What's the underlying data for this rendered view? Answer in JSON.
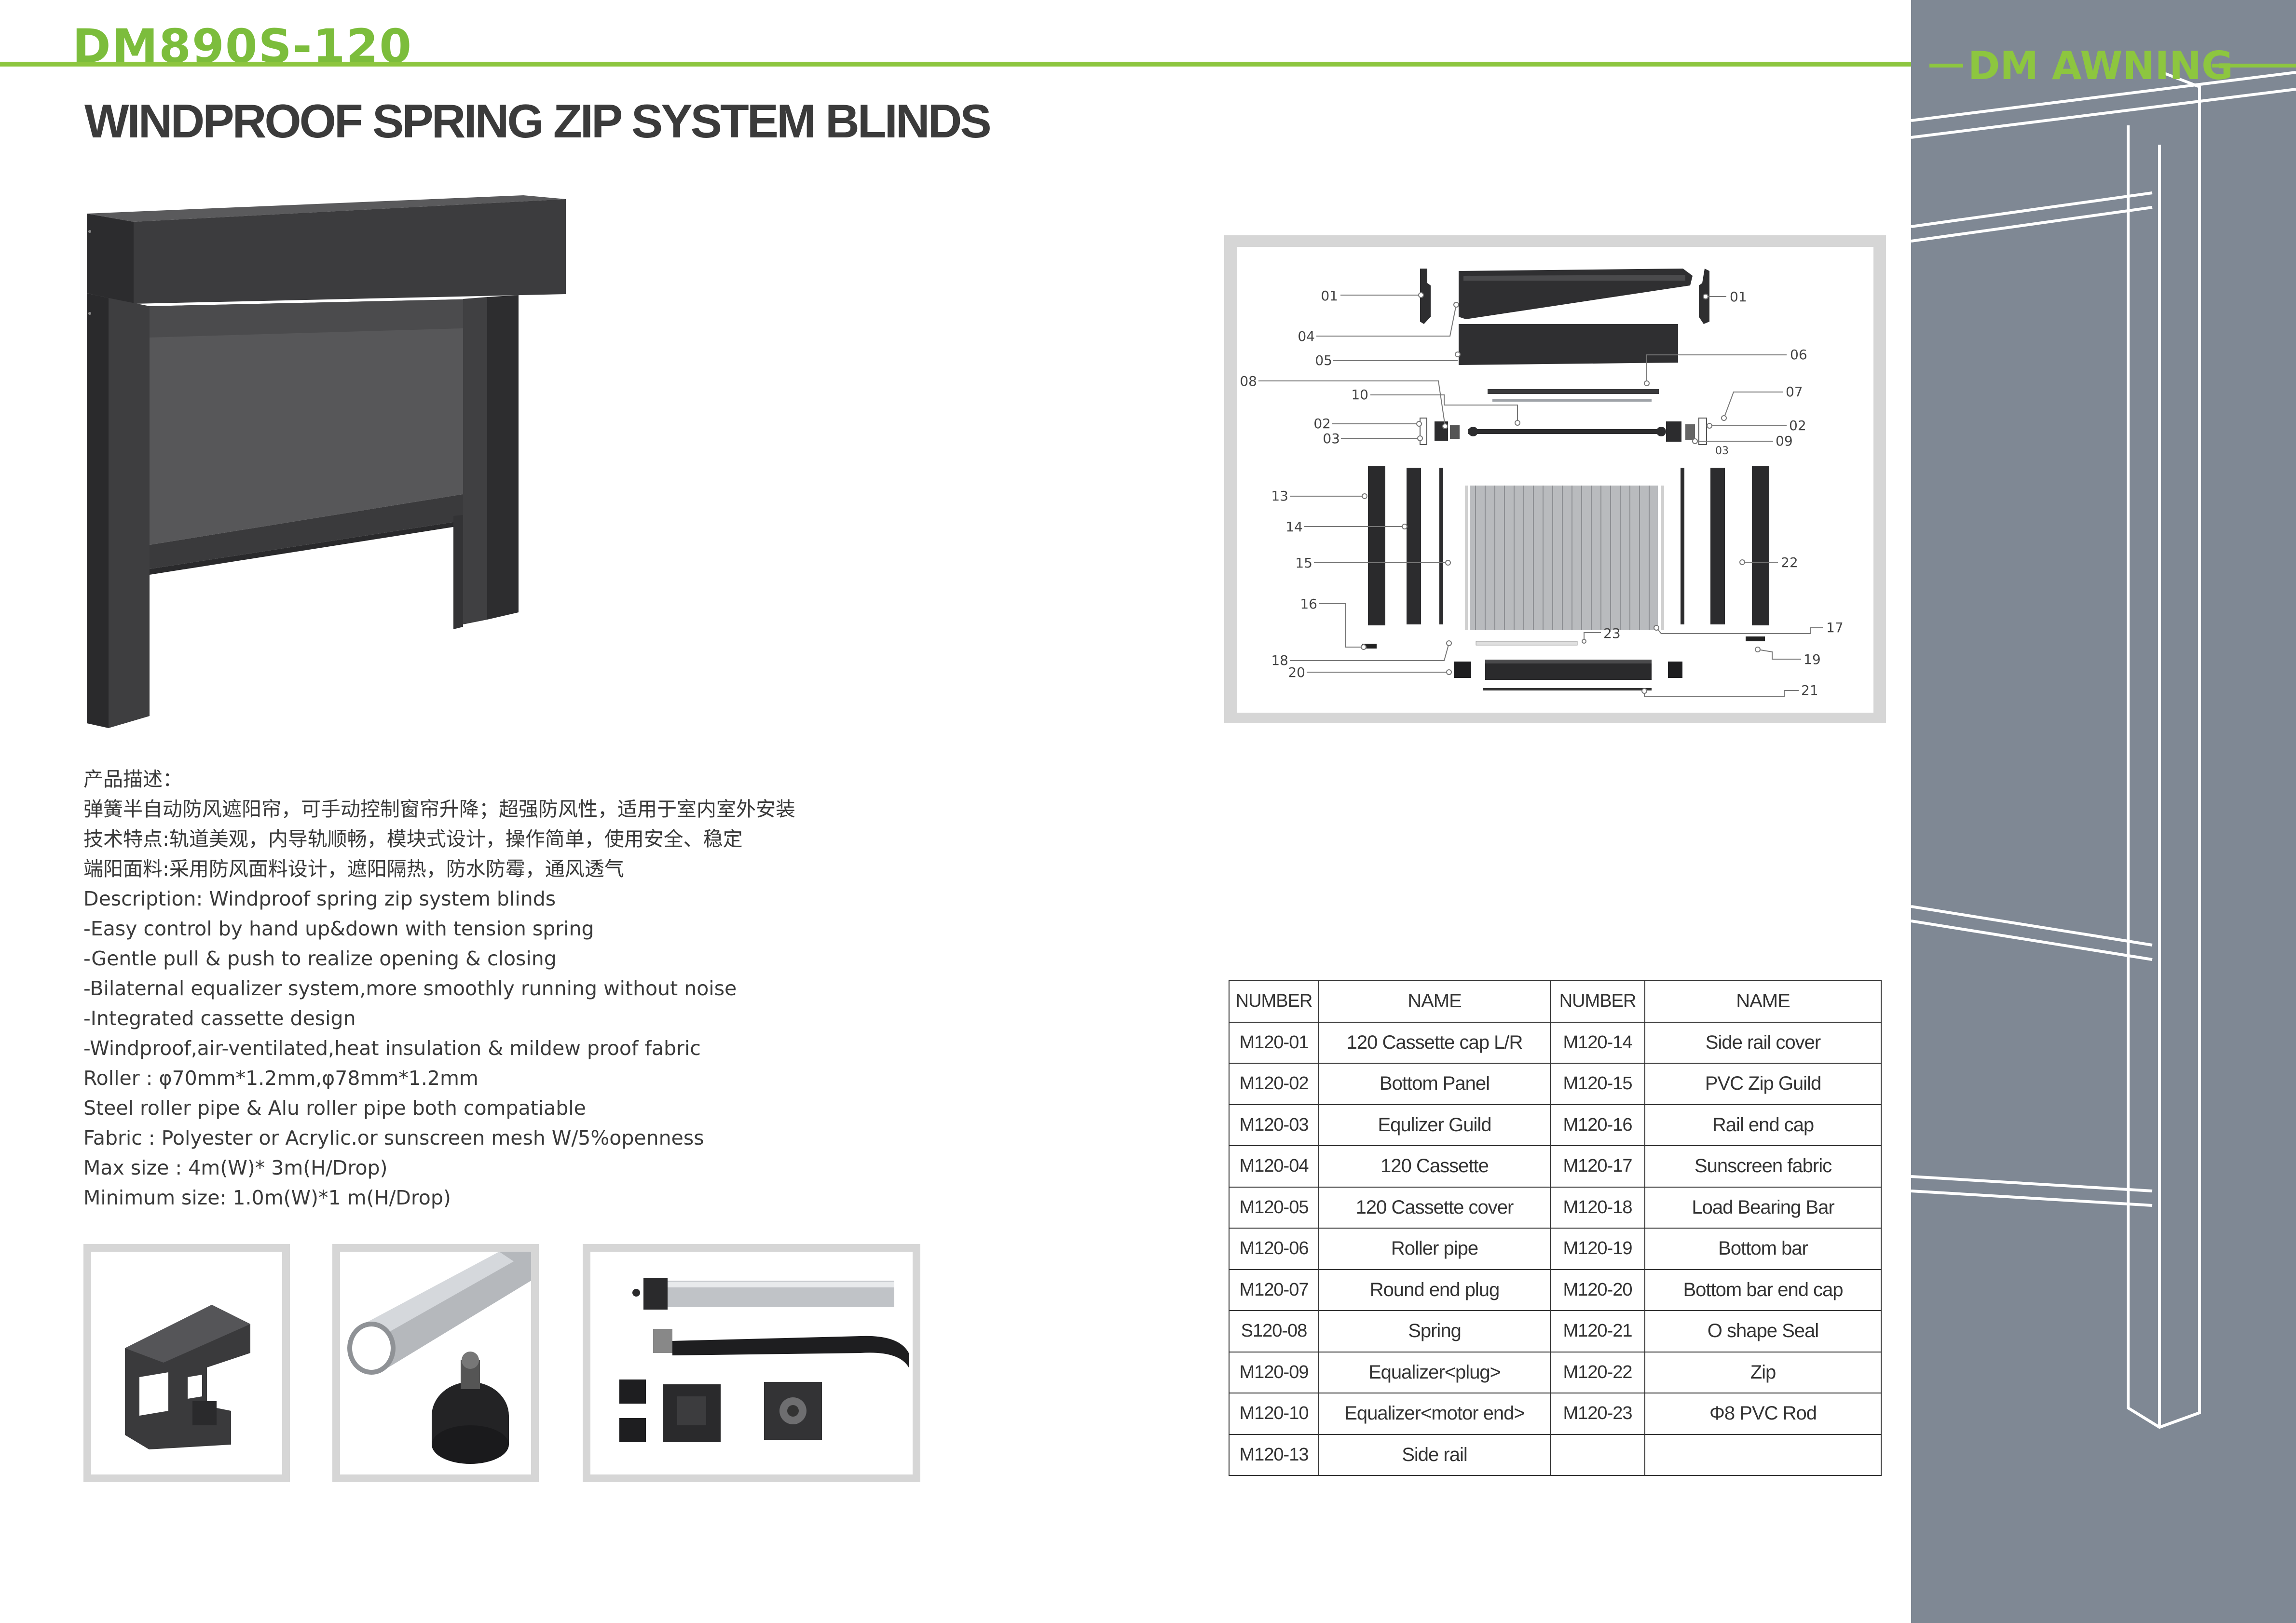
{
  "header": {
    "model_code": "DM890S-120",
    "product_title": "WINDPROOF  SPRING ZIP  SYSTEM BLINDS",
    "brand": "DM AWNING"
  },
  "colors": {
    "accent_green": "#8dc63f",
    "side_panel_gray": "#7f8894",
    "product_dark": "#3c3c3e"
  },
  "description": {
    "lines": [
      "产品描述：",
      "弹簧半自动防风遮阳帘，可手动控制窗帘升降；超强防风性，适用于室内室外安装",
      "技术特点:轨道美观，内导轨顺畅，模块式设计，操作简单，使用安全、稳定",
      "端阳面料:采用防风面料设计，遮阳隔热，防水防霉，通风透气",
      "Description: Windproof spring zip system blinds",
      "-Easy control by hand up&down with tension spring",
      "-Gentle pull & push to realize opening & closing",
      "-Bilaternal equalizer system,more smoothly running without noise",
      "-Integrated cassette design",
      "-Windproof,air-ventilated,heat insulation & mildew proof fabric",
      "Roller : φ70mm*1.2mm,φ78mm*1.2mm",
      "Steel roller pipe & Alu roller pipe both compatiable",
      "Fabric : Polyester or Acrylic.or sunscreen mesh W/5%openness",
      "Max size : 4m(W)* 3m(H/Drop)",
      "Minimum size: 1.0m(W)*1 m(H/Drop)"
    ]
  },
  "diagram": {
    "labels": {
      "l01": "01",
      "r01": "01",
      "l04": "04",
      "l05": "05",
      "r06": "06",
      "l08": "08",
      "r07": "07",
      "l10": "10",
      "l02": "02",
      "r02": "02",
      "l03": "03",
      "r03": "03",
      "r09": "09",
      "l13": "13",
      "l14": "14",
      "l15": "15",
      "r22": "22",
      "l16": "16",
      "r17": "17",
      "c23": "23",
      "l18": "18",
      "r19": "19",
      "l20": "20",
      "r21": "21"
    }
  },
  "parts_table": {
    "headers": [
      "NUMBER",
      "NAME",
      "NUMBER",
      "NAME"
    ],
    "rows": [
      [
        "M120-01",
        "120 Cassette cap L/R",
        "M120-14",
        "Side rail cover"
      ],
      [
        "M120-02",
        "Bottom Panel",
        "M120-15",
        "PVC Zip Guild"
      ],
      [
        "M120-03",
        "Equlizer Guild",
        "M120-16",
        "Rail end cap"
      ],
      [
        "M120-04",
        "120 Cassette",
        "M120-17",
        "Sunscreen fabric"
      ],
      [
        "M120-05",
        "120  Cassette cover",
        "M120-18",
        "Load Bearing Bar"
      ],
      [
        "M120-06",
        "Roller pipe",
        "M120-19",
        "Bottom bar"
      ],
      [
        "M120-07",
        "Round end plug",
        "M120-20",
        "Bottom bar end cap"
      ],
      [
        "S120-08",
        "Spring",
        "M120-21",
        "O shape Seal"
      ],
      [
        "M120-09",
        "Equalizer<plug>",
        "M120-22",
        "Zip"
      ],
      [
        "M120-10",
        "Equalizer<motor end>",
        "M120-23",
        "Φ8 PVC Rod"
      ],
      [
        "M120-13",
        "Side rail",
        "",
        ""
      ]
    ]
  }
}
